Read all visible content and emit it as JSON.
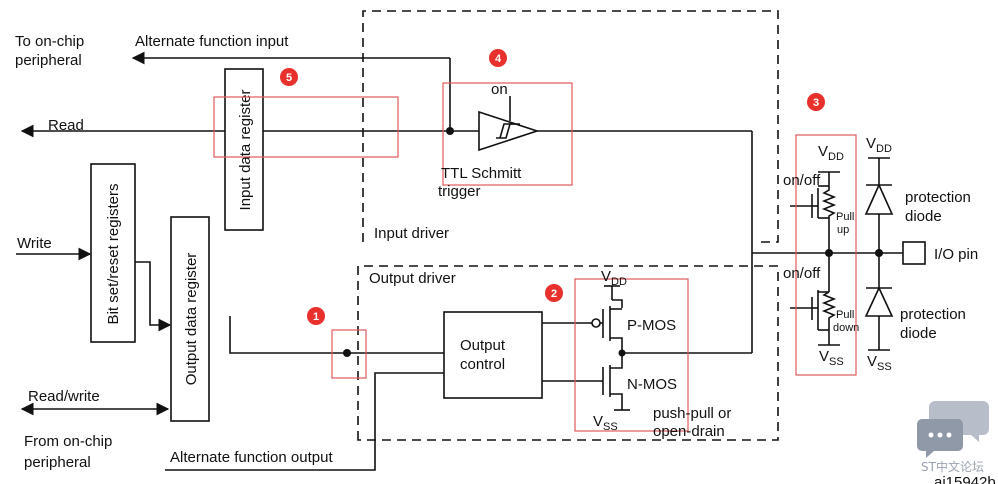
{
  "labels": {
    "to_on_chip": "To on-chip",
    "peripheral_top": "peripheral",
    "alt_func_input": "Alternate function input",
    "read": "Read",
    "write": "Write",
    "read_write": "Read/write",
    "from_on_chip": "From on-chip",
    "peripheral_bottom": "peripheral",
    "alt_func_output": "Alternate function output",
    "input_data_register": "Input data register",
    "bit_set_reset": "Bit set/reset registers",
    "output_data_register": "Output data register",
    "on": "on",
    "ttl_schmitt": "TTL Schmitt",
    "trigger": "trigger",
    "input_driver": "Input driver",
    "output_driver": "Output driver",
    "output_control_1": "Output",
    "output_control_2": "control",
    "vdd_v": "V",
    "vdd_sub": "DD",
    "vss_v": "V",
    "vss_sub": "SS",
    "p_mos": "P-MOS",
    "n_mos": "N-MOS",
    "push_pull_1": "push-pull or",
    "push_pull_2": "open-drain",
    "on_off_1": "on/off",
    "on_off_2": "on/off",
    "pull_up_1": "Pull",
    "pull_up_2": "up",
    "pull_down_1": "Pull",
    "pull_down_2": "down",
    "protection_1": "protection",
    "diode_1": "diode",
    "protection_2": "protection",
    "diode_2": "diode",
    "io_pin": "I/O pin",
    "watermark_text": "ST中文论坛",
    "figure_id": "ai15942b"
  },
  "badges": [
    "1",
    "2",
    "3",
    "4",
    "5"
  ],
  "colors": {
    "line": "#111111",
    "highlight": "#e05a5a",
    "badge": "#e8312c",
    "watermark": "#8f99a8"
  }
}
